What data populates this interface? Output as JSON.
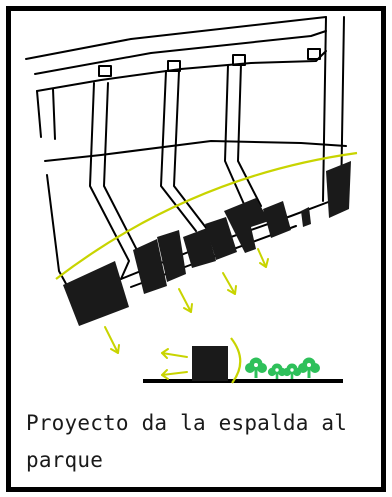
{
  "caption": "Proyecto da la espalda al parque",
  "colors": {
    "frame": "#000000",
    "buildings": "#1a1a1a",
    "streets": "#000000",
    "sun_path_and_arrows": "#c8d400",
    "trees": "#2ec05a"
  },
  "icons": [
    "sun-path-arc",
    "direction-arrow",
    "tree-icon",
    "building-block"
  ]
}
